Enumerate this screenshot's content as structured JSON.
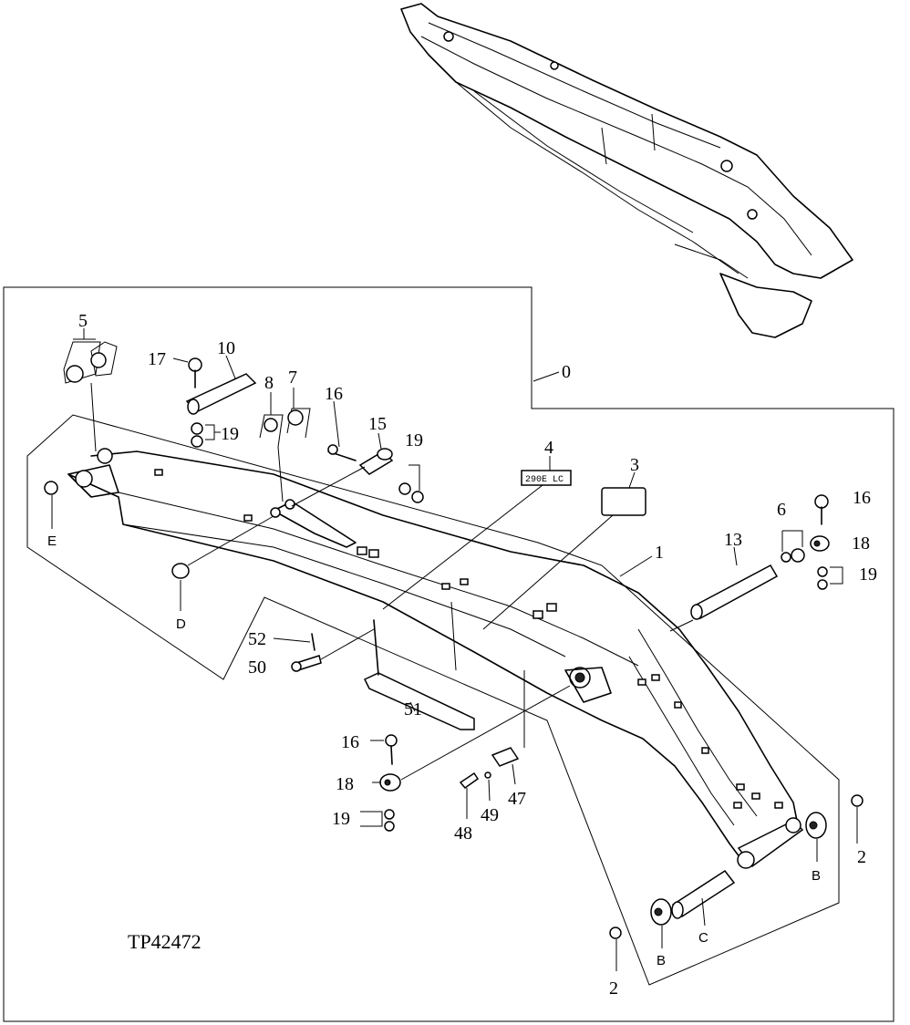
{
  "drawing_code": "TP42472",
  "decal_text": "290E LC",
  "callouts": {
    "n0": "0",
    "n1": "1",
    "n2a": "2",
    "n2b": "2",
    "n3": "3",
    "n4": "4",
    "n5": "5",
    "n6": "6",
    "n7": "7",
    "n8": "8",
    "n10": "10",
    "n13": "13",
    "n15": "15",
    "n16a": "16",
    "n16b": "16",
    "n16c": "16",
    "n17": "17",
    "n18a": "18",
    "n18b": "18",
    "n19a": "19",
    "n19b": "19",
    "n19c": "19",
    "n19d": "19",
    "n47": "47",
    "n48": "48",
    "n49": "49",
    "n50": "50",
    "n51": "51",
    "n52": "52"
  },
  "letters": {
    "E": "E",
    "D": "D",
    "B1": "B",
    "B2": "B",
    "C": "C"
  }
}
